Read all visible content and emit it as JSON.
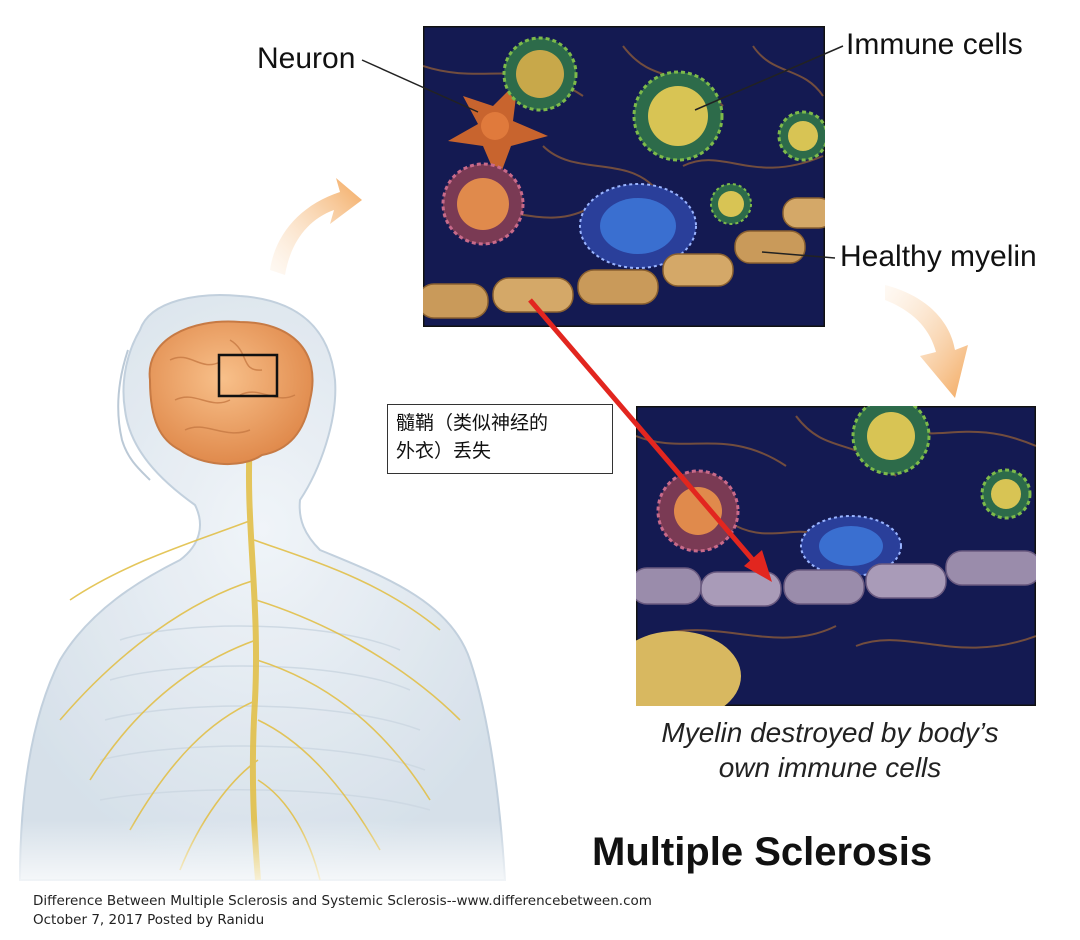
{
  "labels": {
    "neuron": "Neuron",
    "immune_cells": "Immune cells",
    "healthy_myelin": "Healthy myelin"
  },
  "caption": {
    "line1": "Myelin destroyed by body’s",
    "line2": "own immune cells"
  },
  "title": "Multiple Sclerosis",
  "annotation": {
    "line1": "髓鞘（类似神经的",
    "line2": "外衣）丢失"
  },
  "footer": {
    "line1": "Difference Between Multiple Sclerosis and Systemic Sclerosis--www.differencebetween.com",
    "line2": "October 7, 2017 Posted by Ranidu"
  },
  "colors": {
    "panel_bg": "#141a52",
    "myelin": "#c99a5a",
    "damaged_myelin": "#a99bb8",
    "neuron": "#c8642e",
    "immune_green": "#7dba4a",
    "immune_blue": "#3a6fd0",
    "brain": "#f0a56a",
    "spine": "#e2c04a",
    "arrow_orange": "#f3b777",
    "pointer_red": "#e2261f"
  }
}
